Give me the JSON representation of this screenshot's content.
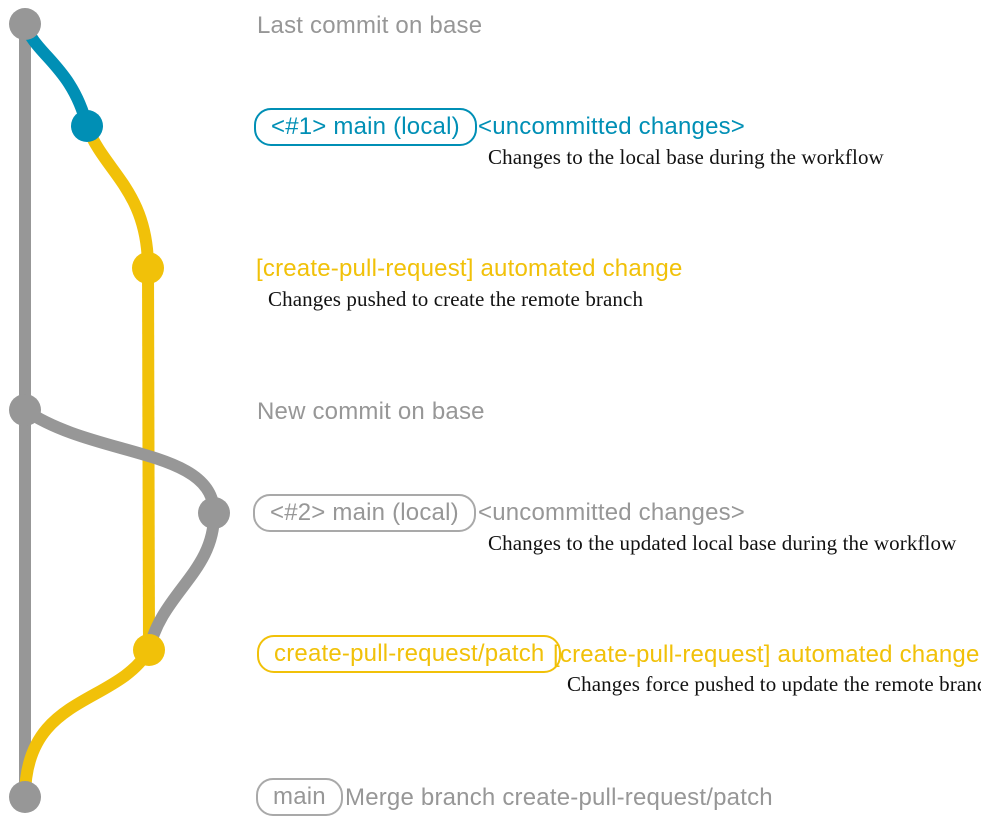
{
  "colors": {
    "gray": "#979797",
    "teal": "#008fb5",
    "yellow": "#f1c109",
    "description_text": "#111111",
    "background": "#ffffff"
  },
  "graph": {
    "nodes": [
      {
        "name": "last-commit-on-base",
        "color": "gray"
      },
      {
        "name": "main-local-1",
        "color": "teal"
      },
      {
        "name": "automated-change-1",
        "color": "yellow"
      },
      {
        "name": "new-commit-on-base",
        "color": "gray"
      },
      {
        "name": "main-local-2",
        "color": "gray"
      },
      {
        "name": "automated-change-2",
        "color": "yellow"
      },
      {
        "name": "merge-commit",
        "color": "gray"
      }
    ]
  },
  "annotations": {
    "last_commit": {
      "label": "Last commit on base"
    },
    "commit1": {
      "badge": "<#1> main (local)",
      "title": "<uncommitted changes>",
      "description": "Changes to the local base during the workflow"
    },
    "commit2": {
      "title": "[create-pull-request] automated change",
      "description": "Changes pushed to create the remote branch"
    },
    "new_commit": {
      "label": "New commit on base"
    },
    "commit3": {
      "badge": "<#2> main (local)",
      "title": "<uncommitted changes>",
      "description": "Changes to the updated local base during the workflow"
    },
    "commit4": {
      "badge": "create-pull-request/patch",
      "title": "[create-pull-request] automated change",
      "description": "Changes force pushed to update the remote branch"
    },
    "merge": {
      "badge": "main",
      "label": "Merge branch create-pull-request/patch"
    }
  }
}
